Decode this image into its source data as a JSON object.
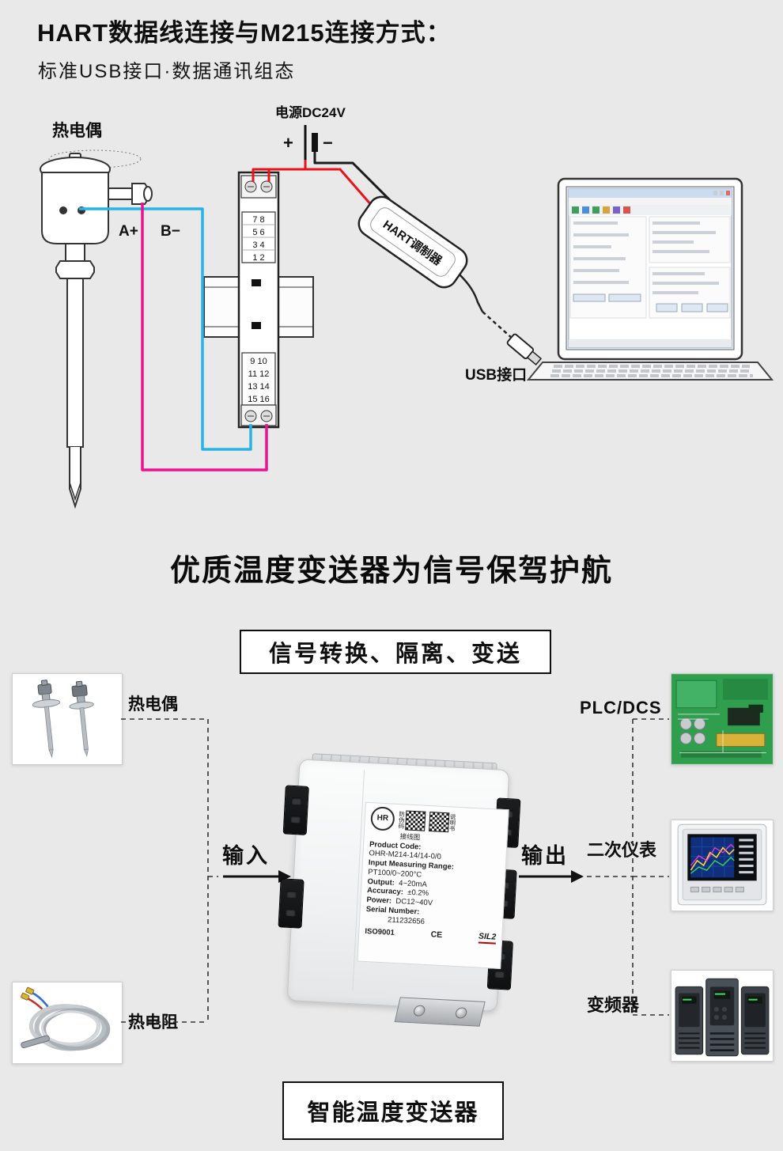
{
  "colors": {
    "wire_red": "#e8131b",
    "wire_black": "#1a1a1a",
    "wire_blue": "#29b2ea",
    "wire_pink": "#ec1290"
  },
  "header": {
    "title": "HART数据线连接与M215连接方式：",
    "subtitle": "标准USB接口·数据通讯组态"
  },
  "wiring": {
    "thermocouple_label": "热电偶",
    "power_label": "电源DC24V",
    "plus_sign": "+",
    "minus_sign": "−",
    "terminal_a": "A+",
    "terminal_b": "B−",
    "top_terminal_rows": [
      "7 8",
      "5 6",
      "3 4",
      "1 2"
    ],
    "bottom_terminal_rows": [
      "9 10",
      "11 12",
      "13 14",
      "15 16"
    ],
    "hart_modem_label": "HART调制器",
    "usb_label": "USB接口"
  },
  "headline": "优质温度变送器为信号保驾护航",
  "signal_badge": "信号转换、隔离、变送",
  "flow": {
    "input_label": "输入",
    "output_label": "输出",
    "source_1": "热电偶",
    "source_2": "热电阻",
    "dest_1": "PLC/DCS",
    "dest_2": "二次仪表",
    "dest_3": "变频器"
  },
  "product_label": {
    "brand_initials": "HR",
    "anti_fake": "防伪码",
    "manual": "说明书",
    "wiring_diagram": "接线图",
    "product_code_key": "Product Code:",
    "product_code_value": "OHR-M214-14/14-0/0",
    "range_key": "Input Measuring Range:",
    "range_value": "PT100/0~200°C",
    "output_key": "Output:",
    "output_value": "4~20mA",
    "accuracy_key": "Accuracy:",
    "accuracy_value": "±0.2%",
    "power_key": "Power:",
    "power_value": "DC12~40V",
    "serial_key": "Serial Number:",
    "serial_value": "211232656",
    "cert_iso": "ISO9001",
    "cert_ce": "CE",
    "cert_sil": "SIL2"
  },
  "footer_badge": "智能温度变送器"
}
